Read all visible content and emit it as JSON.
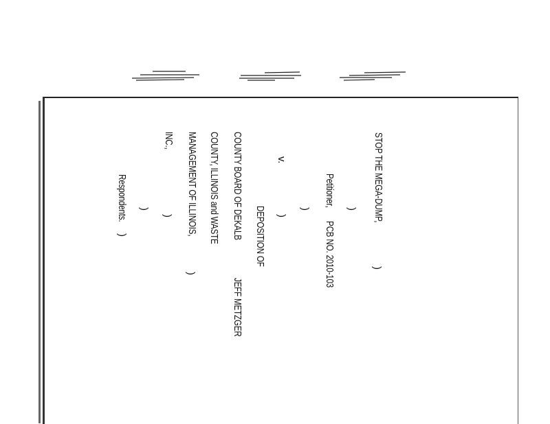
{
  "caption": {
    "petitioner_name": "STOP THE MEGA-DUMP,",
    "petitioner_role": "Petitioner,",
    "case_number": "PCB NO. 2010-103",
    "versus": "v.",
    "deposition": "DEPOSITION OF",
    "deponent": "JEFF METZGER",
    "respondent_line_1": "COUNTY BOARD OF DEKALB",
    "respondent_line_2": "COUNTY, ILLINOIS and WASTE",
    "respondent_line_3": "MANAGEMENT OF ILLINOIS,",
    "respondent_line_4": "INC.,",
    "respondent_role": "Respondents.",
    "paren": ")"
  }
}
